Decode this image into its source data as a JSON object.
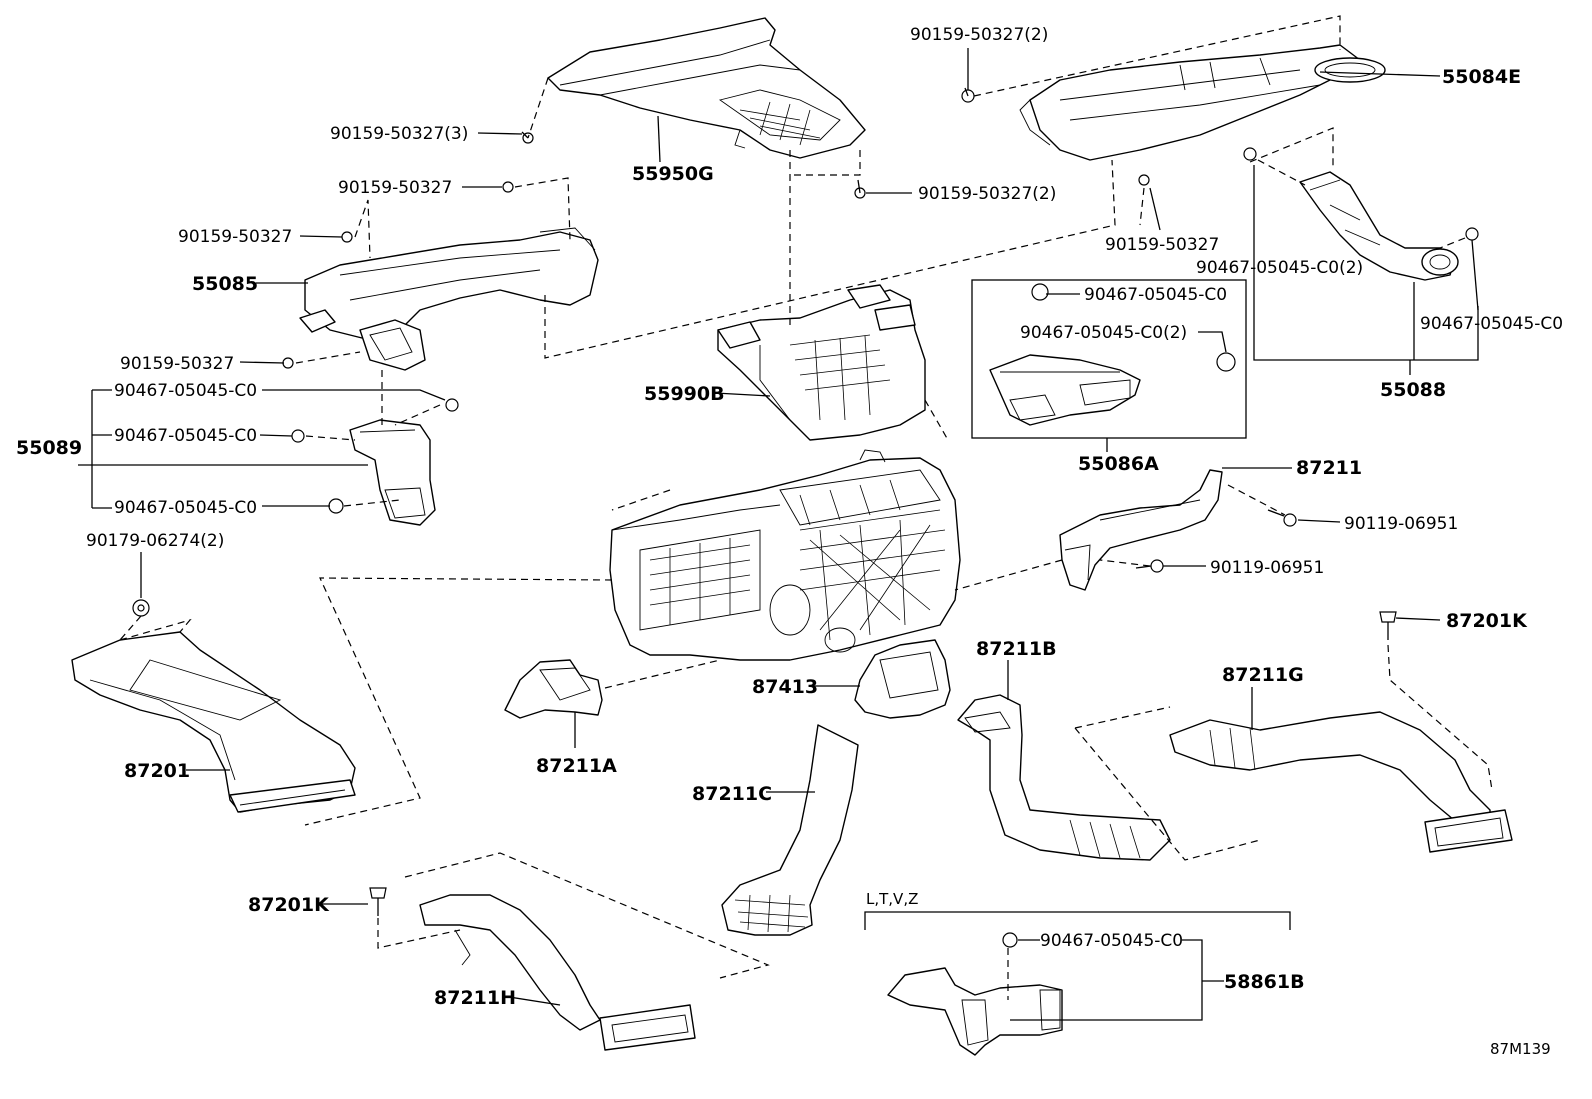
{
  "diagram_code": "87M139",
  "variant_note": "L,T,V,Z",
  "labels": {
    "p55950G": "55950G",
    "p55084E": "55084E",
    "p55085": "55085",
    "p55089": "55089",
    "p55990B": "55990B",
    "p55086A": "55086A",
    "p55088": "55088",
    "p87211": "87211",
    "p87201": "87201",
    "p87201K_right": "87201K",
    "p87201K_left": "87201K",
    "p87211A": "87211A",
    "p87211B": "87211B",
    "p87211C": "87211C",
    "p87211G": "87211G",
    "p87211H": "87211H",
    "p87413": "87413",
    "p58861B": "58861B",
    "f_top_3": "90159-50327(3)",
    "f_top_right_2": "90159-50327(2)",
    "f_center_2": "90159-50327(2)",
    "f_left_a": "90159-50327",
    "f_left_b": "90159-50327",
    "f_left_c": "90159-50327",
    "f_right_mid": "90159-50327",
    "c_55089_a": "90467-05045-C0",
    "c_55089_b": "90467-05045-C0",
    "c_55089_c": "90467-05045-C0",
    "c_55086A_a": "90467-05045-C0",
    "c_55086A_b": "90467-05045-C0(2)",
    "c_55088_a": "90467-05045-C0(2)",
    "c_55088_b": "90467-05045-C0",
    "c_58861B": "90467-05045-C0",
    "nut_90179": "90179-06274(2)",
    "s_90119_a": "90119-06951",
    "s_90119_b": "90119-06951"
  }
}
